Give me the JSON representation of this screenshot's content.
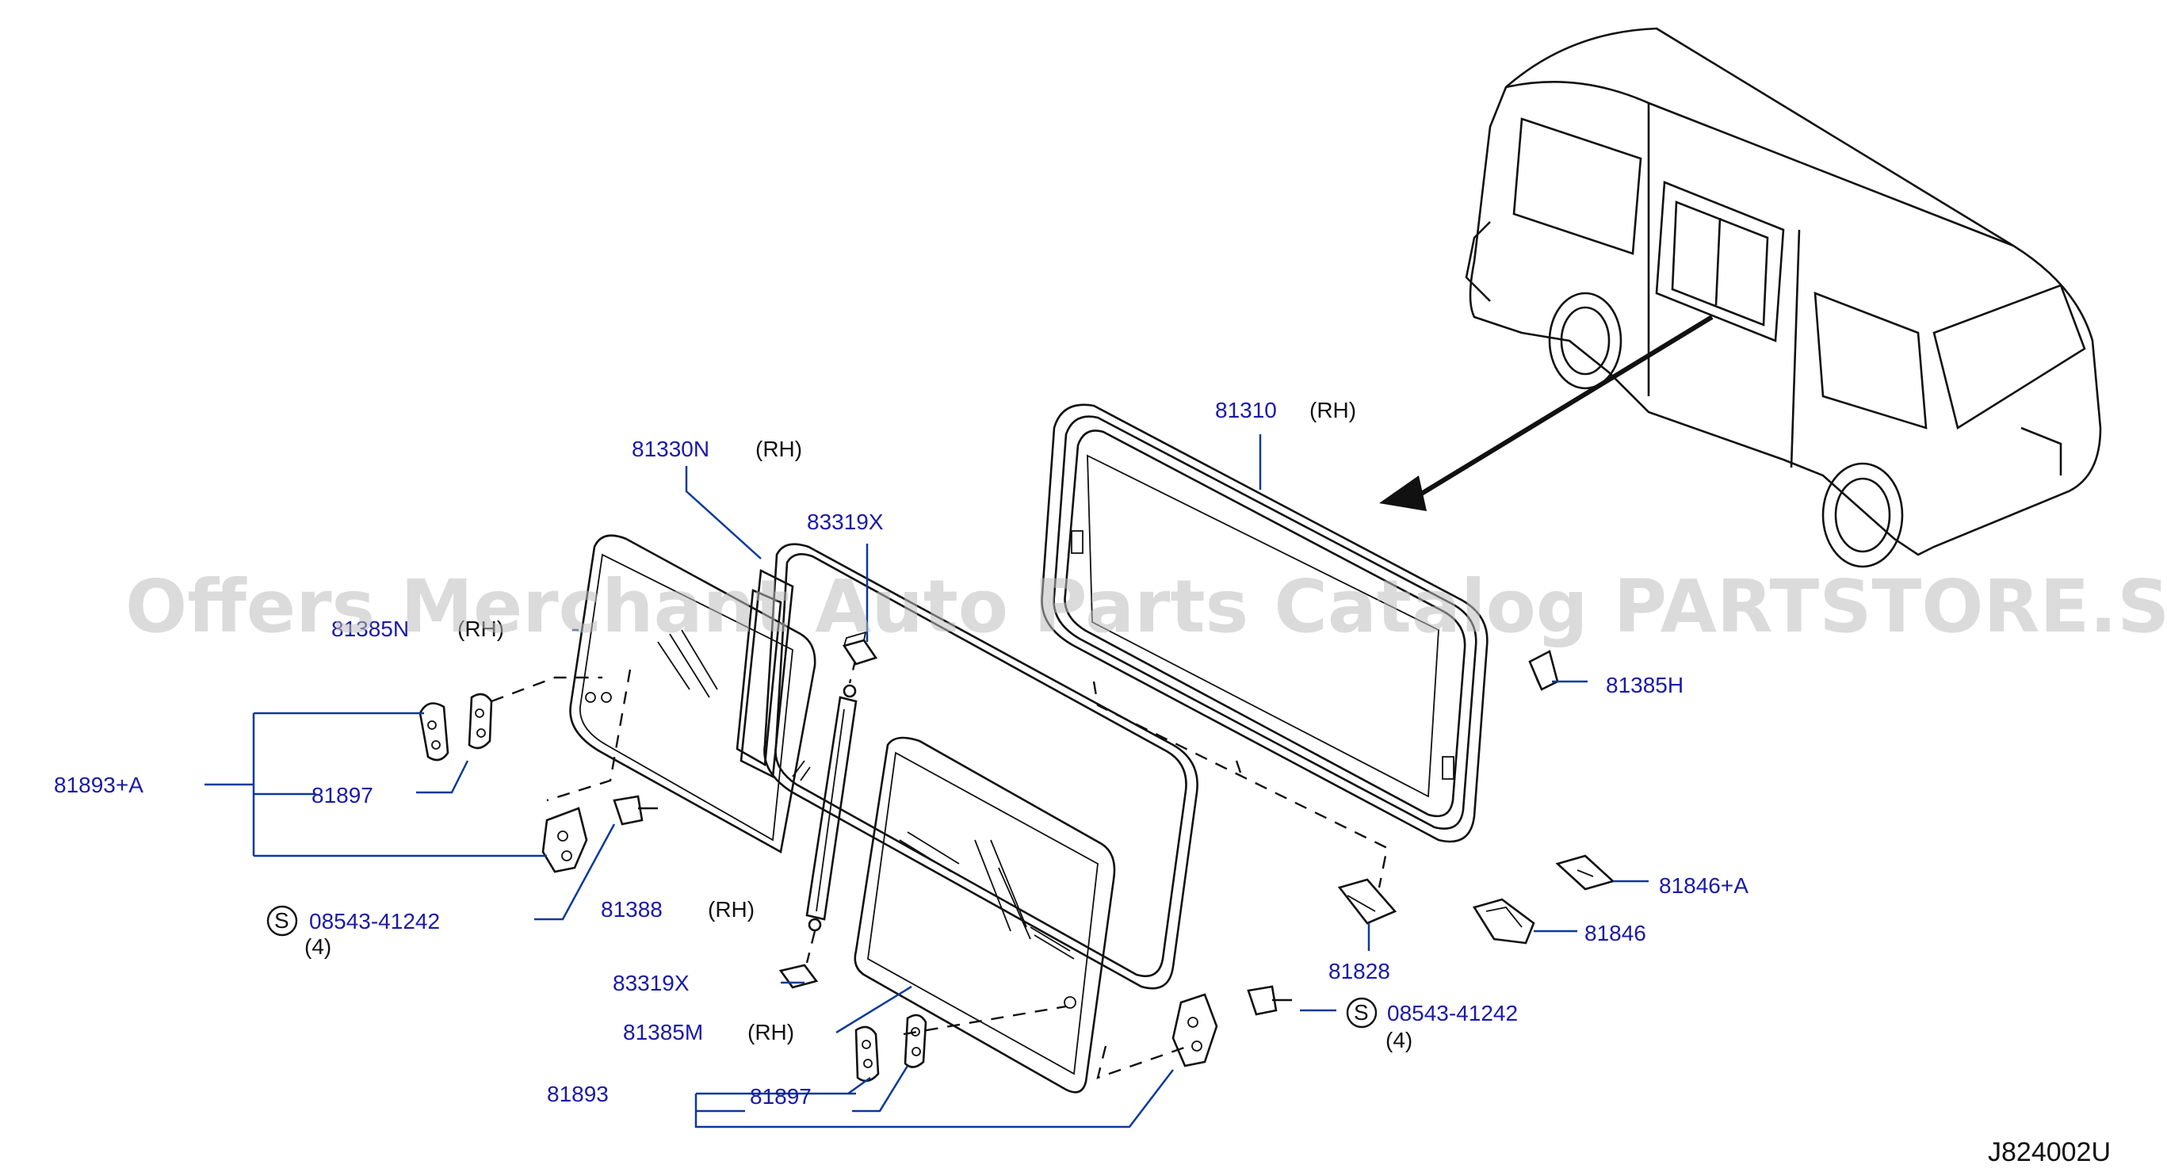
{
  "diagram_code": "J824002U",
  "watermark": "Offers Merchant Auto Parts Catalog PARTSTORE.SA",
  "labels": {
    "p81310": "81310",
    "p81310_side": "(RH)",
    "p81330n": "81330N",
    "p81330n_side": "(RH)",
    "p83319x_top": "83319X",
    "p81385n": "81385N",
    "p81385n_side": "(RH)",
    "p81385h": "81385H",
    "p81893a": "81893+A",
    "p81897_top": "81897",
    "screw_top_circle": "S",
    "screw_top": "08543-41242",
    "screw_top_qty": "(4)",
    "p81388": "81388",
    "p81388_side": "(RH)",
    "p83319x_bottom": "83319X",
    "p81385m": "81385M",
    "p81385m_side": "(RH)",
    "p81893": "81893",
    "p81897_bottom": "81897",
    "p81846a": "81846+A",
    "p81846": "81846",
    "p81828": "81828",
    "screw_bottom_circle": "S",
    "screw_bottom": "08543-41242",
    "screw_bottom_qty": "(4)"
  },
  "colors": {
    "label": "#1a1aa8",
    "leader": "#0a3a9a",
    "line_art": "#111111",
    "watermark": "#bdbdbd"
  }
}
